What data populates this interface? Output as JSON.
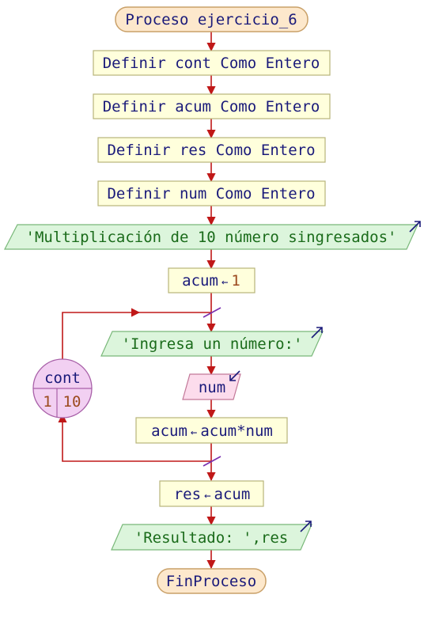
{
  "diagram": {
    "start": "Proceso ejercicio_6",
    "decl_cont": "Definir cont Como Entero",
    "decl_acum": "Definir acum Como Entero",
    "decl_res": "Definir res Como Entero",
    "decl_num": "Definir num Como Entero",
    "out_title": "'Multiplicación de 10 número singresados'",
    "assign_acum_var": "acum",
    "assign_acum_arrow": "←",
    "assign_acum_val": "1",
    "loop_var": "cont",
    "loop_from": "1",
    "loop_to": "10",
    "out_prompt": "'Ingresa un número:'",
    "input_num": "num",
    "assign_mult_var": "acum",
    "assign_mult_arrow": "←",
    "assign_mult_expr": "acum*num",
    "assign_res_var": "res",
    "assign_res_arrow": "←",
    "assign_res_val": "acum",
    "out_result": "'Resultado:  ',res",
    "end": "FinProceso"
  },
  "colors": {
    "process_fill": "#ffffdc",
    "process_stroke": "#b7b37a",
    "io_fill": "#dcf5dc",
    "io_stroke": "#79b879",
    "input_fill": "#fcdcec",
    "input_stroke": "#c27898",
    "loop_fill": "#f2d0f2",
    "loop_stroke": "#a860a8",
    "terminal_fill": "#fde8cc",
    "terminal_stroke": "#c9a068",
    "flow_line": "#c01818",
    "text_dark": "#1a1a7a",
    "text_green": "#1a6b1a",
    "text_brown": "#9b4a1e"
  }
}
